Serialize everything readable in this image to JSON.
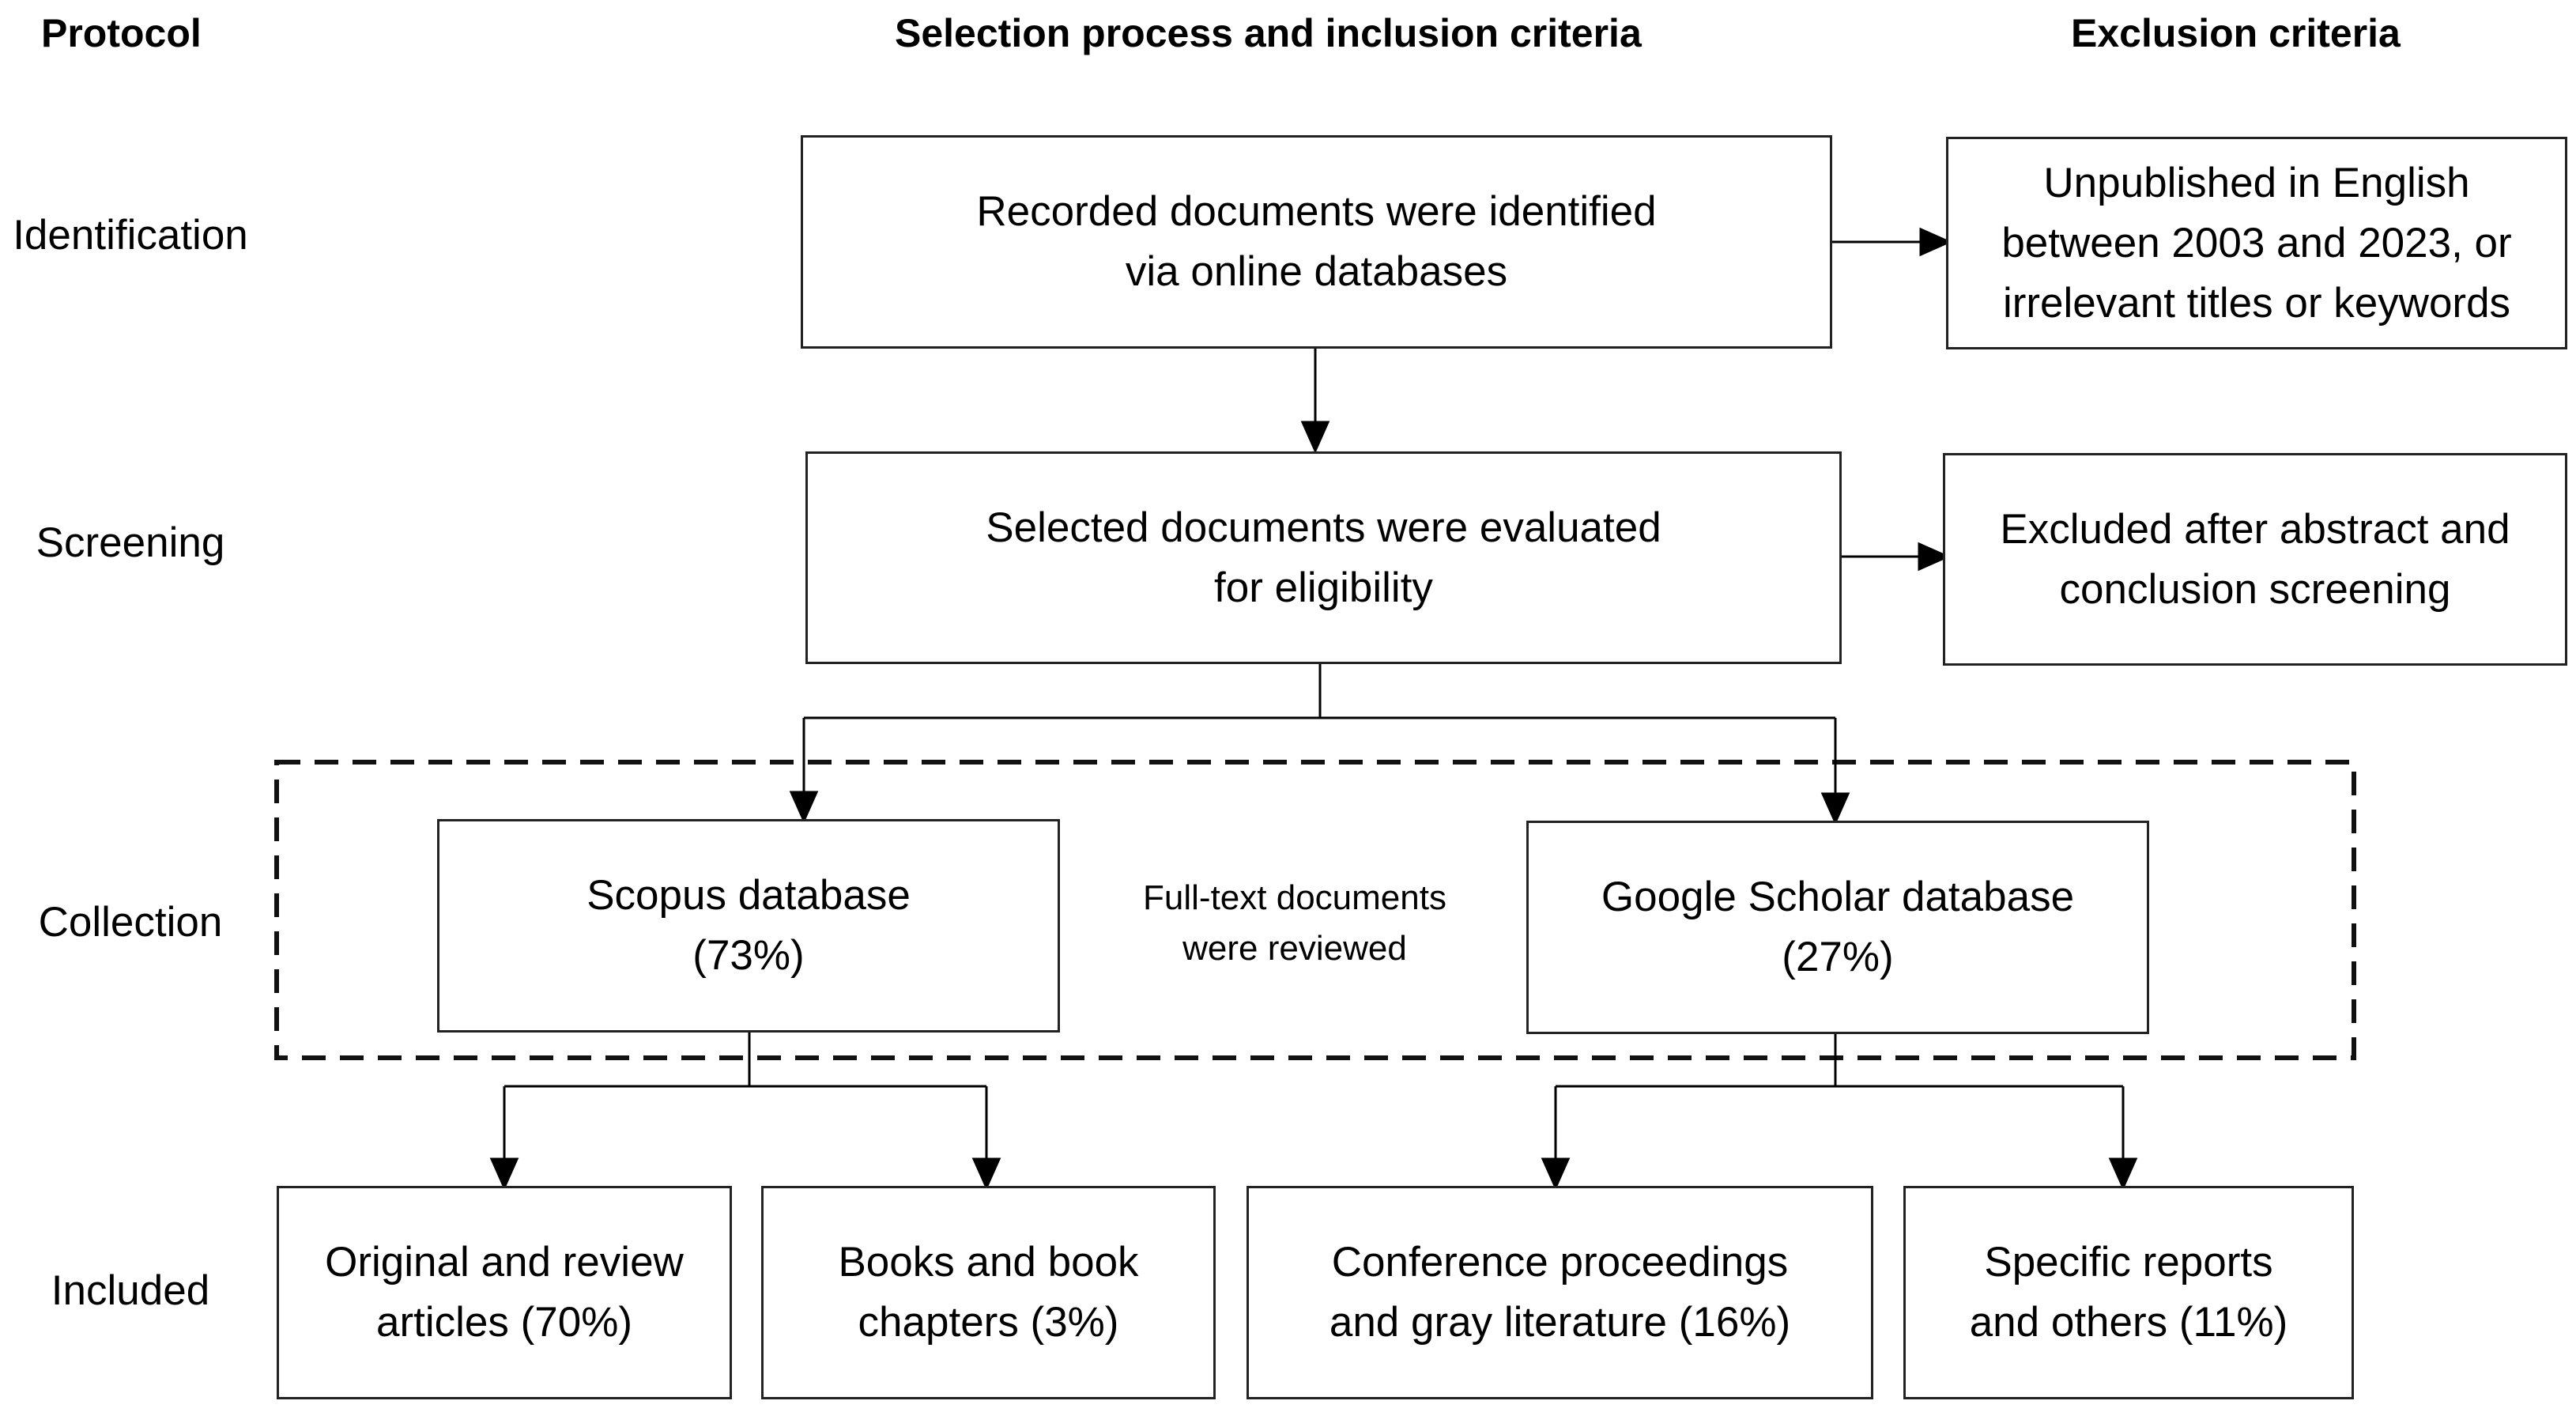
{
  "headers": {
    "protocol": "Protocol",
    "selection": "Selection process and inclusion criteria",
    "exclusion": "Exclusion criteria"
  },
  "rows": {
    "identification": "Identification",
    "screening": "Screening",
    "collection": "Collection",
    "included": "Included"
  },
  "boxes": {
    "identified": [
      "Recorded documents were identified",
      "via online databases"
    ],
    "excluded_identification": [
      "Unpublished in English",
      "between 2003 and 2023, or",
      "irrelevant titles or keywords"
    ],
    "evaluated": [
      "Selected documents were evaluated",
      "for eligibility"
    ],
    "excluded_screening": [
      "Excluded after abstract and",
      "conclusion screening"
    ],
    "scopus": [
      "Scopus database",
      "(73%)"
    ],
    "google_scholar": [
      "Google Scholar database",
      "(27%)"
    ],
    "articles": [
      "Original and review",
      "articles (70%)"
    ],
    "books": [
      "Books and book",
      "chapters (3%)"
    ],
    "conference": [
      "Conference proceedings",
      "and gray literature (16%)"
    ],
    "reports": [
      "Specific reports",
      "and others (11%)"
    ]
  },
  "collection_note": [
    "Full-text documents",
    "were reviewed"
  ]
}
